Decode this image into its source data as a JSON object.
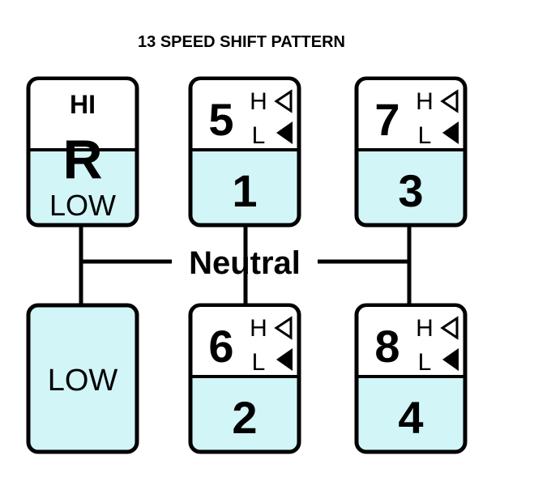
{
  "title": "13 SPEED SHIFT PATTERN",
  "neutral_label": "Neutral",
  "colors": {
    "fill": "#d2f5f7",
    "stroke": "#000000",
    "white": "#ffffff"
  },
  "reverse": {
    "top": "HI",
    "main": "R",
    "bottom": "LOW"
  },
  "low": {
    "label": "LOW"
  },
  "gates": [
    {
      "high_gear": "5",
      "low_gear": "1",
      "h": "H",
      "l": "L"
    },
    {
      "high_gear": "7",
      "low_gear": "3",
      "h": "H",
      "l": "L"
    },
    {
      "high_gear": "6",
      "low_gear": "2",
      "h": "H",
      "l": "L"
    },
    {
      "high_gear": "8",
      "low_gear": "4",
      "h": "H",
      "l": "L"
    }
  ]
}
